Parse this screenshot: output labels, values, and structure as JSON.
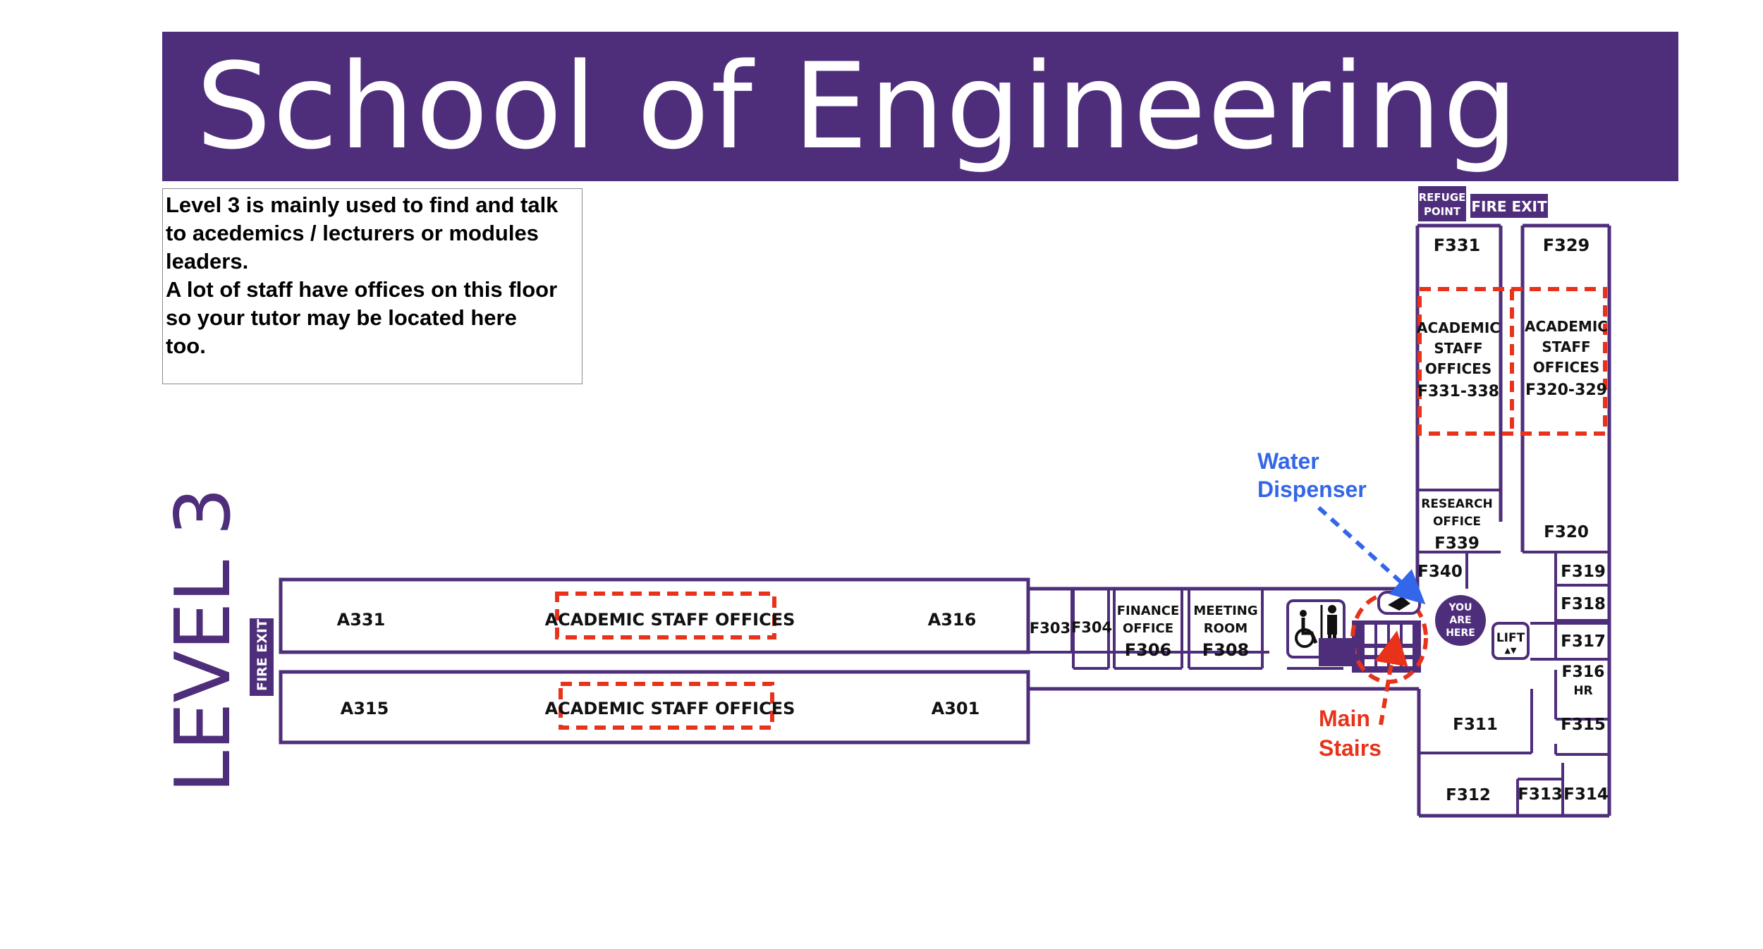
{
  "banner": {
    "title": "School of Engineering"
  },
  "info": {
    "lines": [
      "Level 3 is mainly used to find and talk",
      "to acedemics / lecturers or modules",
      "leaders.",
      "A lot of staff have offices on this floor",
      "so your tutor may be located here",
      "too."
    ]
  },
  "floor": {
    "level": "LEVEL 3"
  },
  "rooms": {
    "a331": "A331",
    "a316": "A316",
    "a315": "A315",
    "a301": "A301",
    "academic_offices": "ACADEMIC STAFF OFFICES",
    "f303": "F303",
    "f304": "F304",
    "finance": [
      "FINANCE",
      "OFFICE",
      "F306"
    ],
    "meeting": [
      "MEETING",
      "ROOM",
      "F308"
    ],
    "f331": "F331",
    "f329": "F329",
    "staff_331": [
      "ACADEMIC",
      "STAFF",
      "OFFICES",
      "F331-338"
    ],
    "staff_320": [
      "ACADEMIC",
      "STAFF",
      "OFFICES",
      "F320-329"
    ],
    "research": [
      "RESEARCH",
      "OFFICE",
      "F339"
    ],
    "f320": "F320",
    "f340": "F340",
    "f319": "F319",
    "f318": "F318",
    "f317": "F317",
    "f316": "F316",
    "hr": "HR",
    "f315": "F315",
    "f311": "F311",
    "f312": "F312",
    "f313": "F313",
    "f314": "F314"
  },
  "markers": {
    "fire_exit_left": "FIRE EXIT",
    "fire_exit_top": "FIRE EXIT",
    "refuge": [
      "REFUGE",
      "POINT"
    ],
    "you_are_here": [
      "YOU",
      "ARE",
      "HERE"
    ],
    "lift": "LIFT",
    "lift_arrows": "▲▼"
  },
  "annotations": {
    "water": [
      "Water",
      "Dispenser"
    ],
    "stairs": [
      "Main",
      "Stairs"
    ]
  },
  "colors": {
    "purple": "#4e2e7a",
    "red": "#e8321a",
    "blue": "#3366e8"
  }
}
